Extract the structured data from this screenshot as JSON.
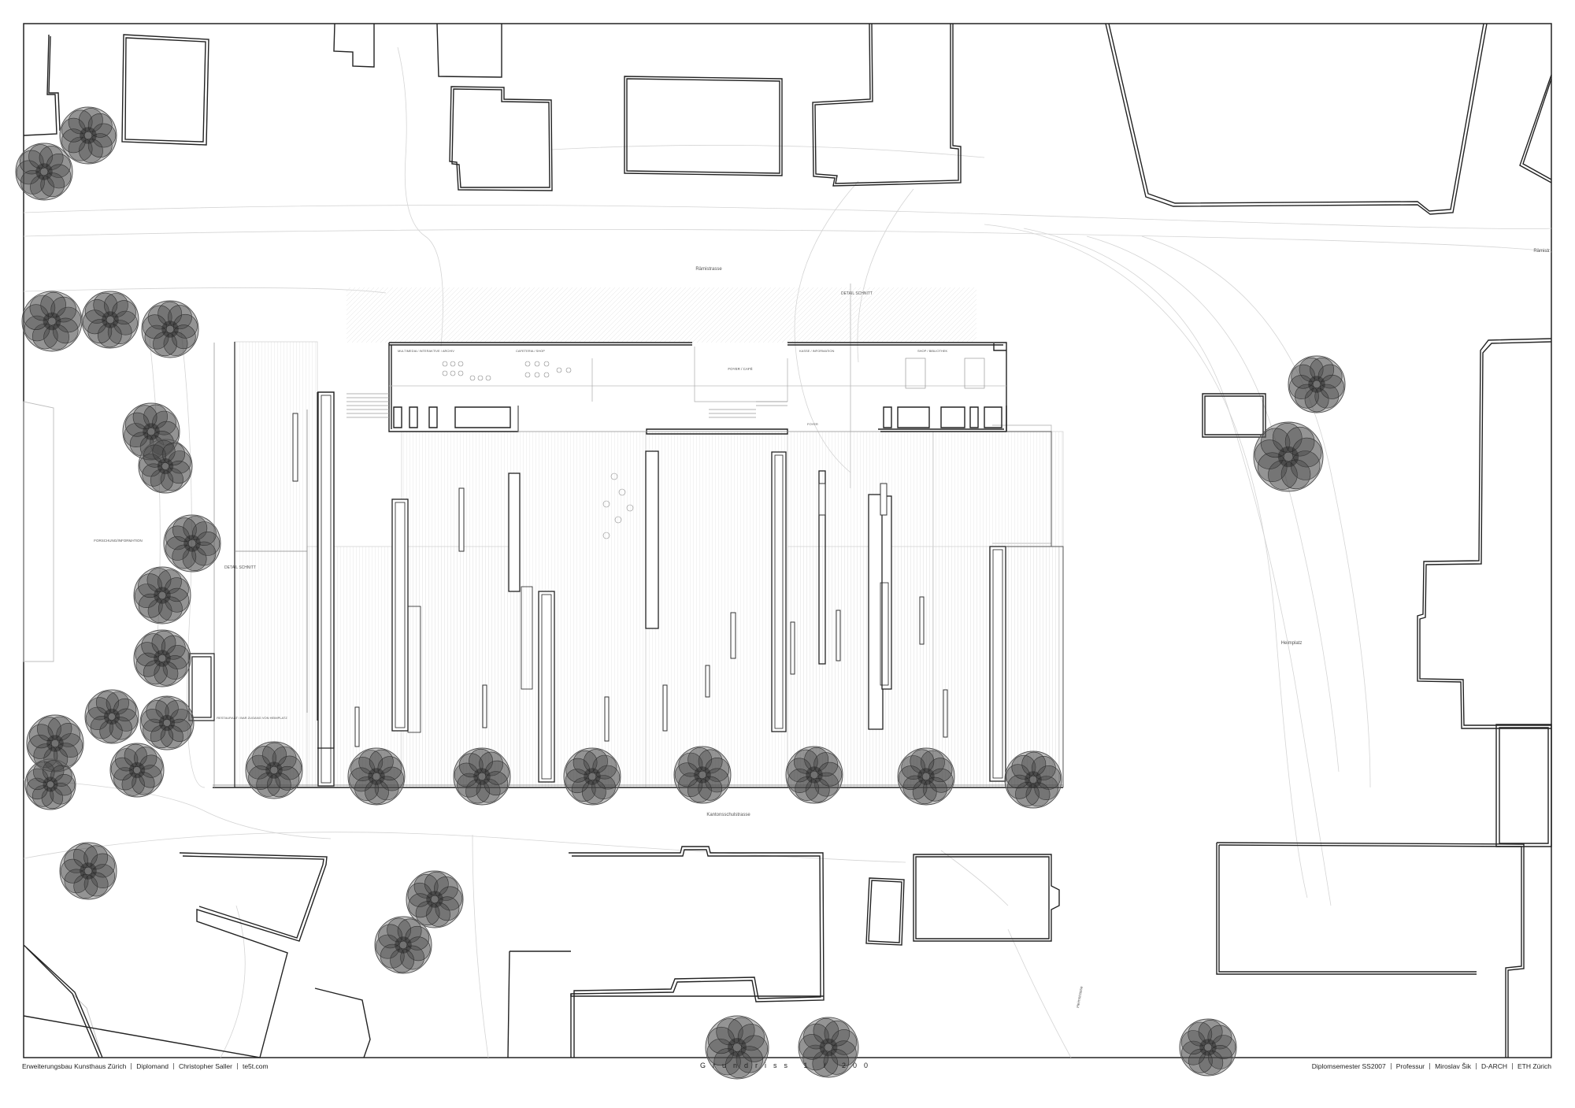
{
  "street_labels": {
    "north_street": "Rämistrasse",
    "south_street": "Kantonsschulstrasse",
    "plaza": "Heimplatz",
    "east_edge": "Rämistr",
    "diagonal_street": "Heimstrasse"
  },
  "section_markers": {
    "detail_north": "DETAIL SCHNITT",
    "detail_west": "DETAIL SCHNITT",
    "west_zone": "FORSCHUNG/INFORMATION",
    "west_passage": "RESTAURANT / BAR ZUGANG VON HEIMPLATZ"
  },
  "room_labels": {
    "r1": "MULTIMEDIA / INTERAKTIVE / ARCHIV",
    "r2": "CAFETERIA / SHOP",
    "r3": "FOYER / CAFÉ",
    "r4": "KASSE / INFORMATION",
    "r5": "SHOP / BIBLIOTHEK",
    "r6": "FOYER"
  },
  "footer": {
    "project": "Erweiterungsbau Kunsthaus Zürich",
    "role": "Diplomand",
    "author": "Christopher Saller",
    "website": "te5t.com",
    "title": "Grundriss 1 / 200",
    "semester": "Diplomsemester SS2007",
    "professorship": "Professur",
    "professor": "Miroslav Šik",
    "department": "D-ARCH",
    "school": "ETH Zürich"
  },
  "colors": {
    "ink": "#222222",
    "hairline": "#cfcfcf",
    "tree": "#555555",
    "paper": "#ffffff"
  }
}
